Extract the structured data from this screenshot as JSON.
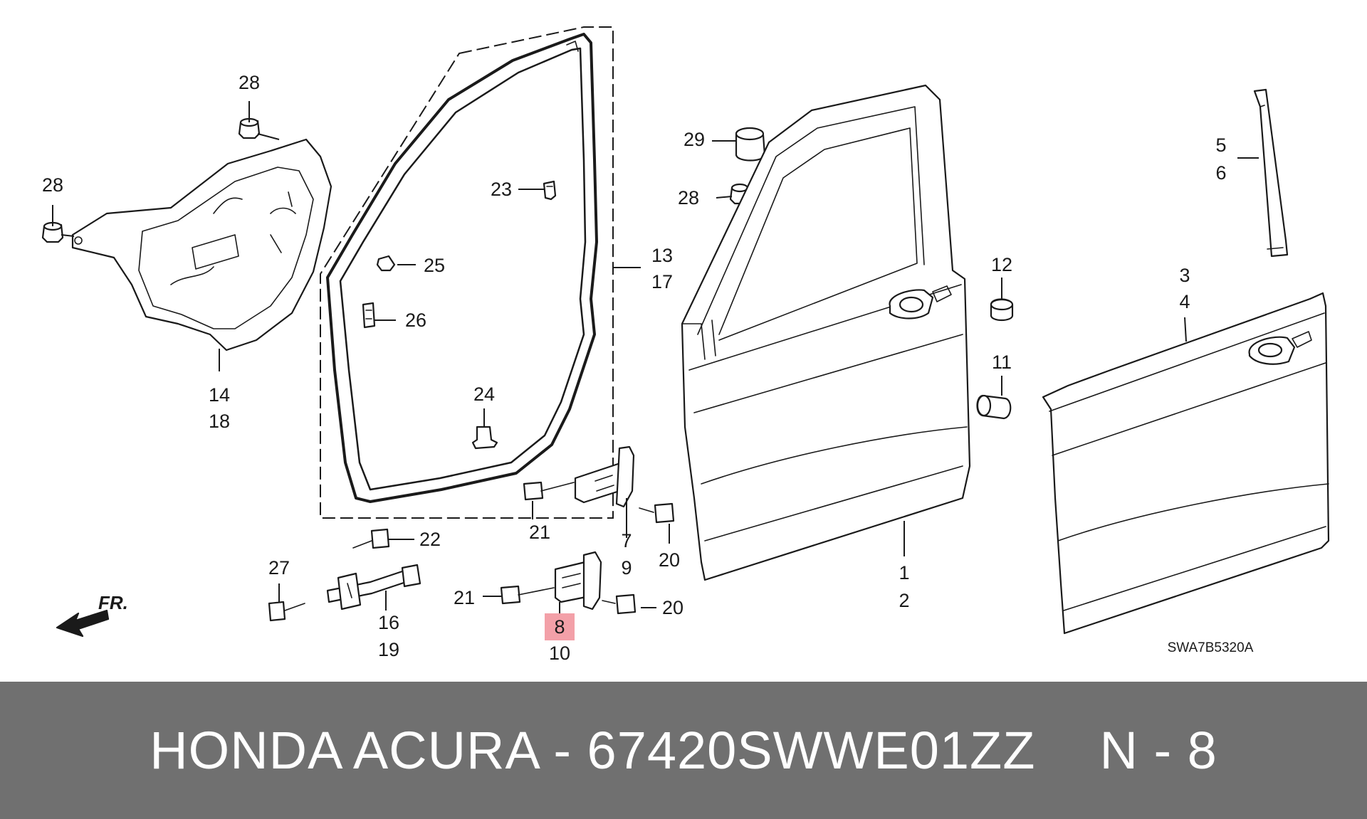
{
  "footer": {
    "brand_part": "HONDA ACURA - 67420SWWE01ZZ",
    "position": "N - 8"
  },
  "diagram": {
    "code": "SWA7B5320A",
    "direction_label": "FR.",
    "highlight_color": "#f3a0a8",
    "highlighted_callout": "8",
    "callouts": {
      "c28a": "28",
      "c28b": "28",
      "c14": "14",
      "c18": "18",
      "c23": "23",
      "c25": "25",
      "c26": "26",
      "c24": "24",
      "c13": "13",
      "c17": "17",
      "c29": "29",
      "c28c": "28",
      "c12": "12",
      "c11": "11",
      "c5": "5",
      "c6": "6",
      "c3": "3",
      "c4": "4",
      "c1": "1",
      "c2": "2",
      "c21a": "21",
      "c7": "7",
      "c9": "9",
      "c20a": "20",
      "c21b": "21",
      "c8": "8",
      "c10": "10",
      "c20b": "20",
      "c22": "22",
      "c27": "27",
      "c16": "16",
      "c19": "19"
    }
  }
}
